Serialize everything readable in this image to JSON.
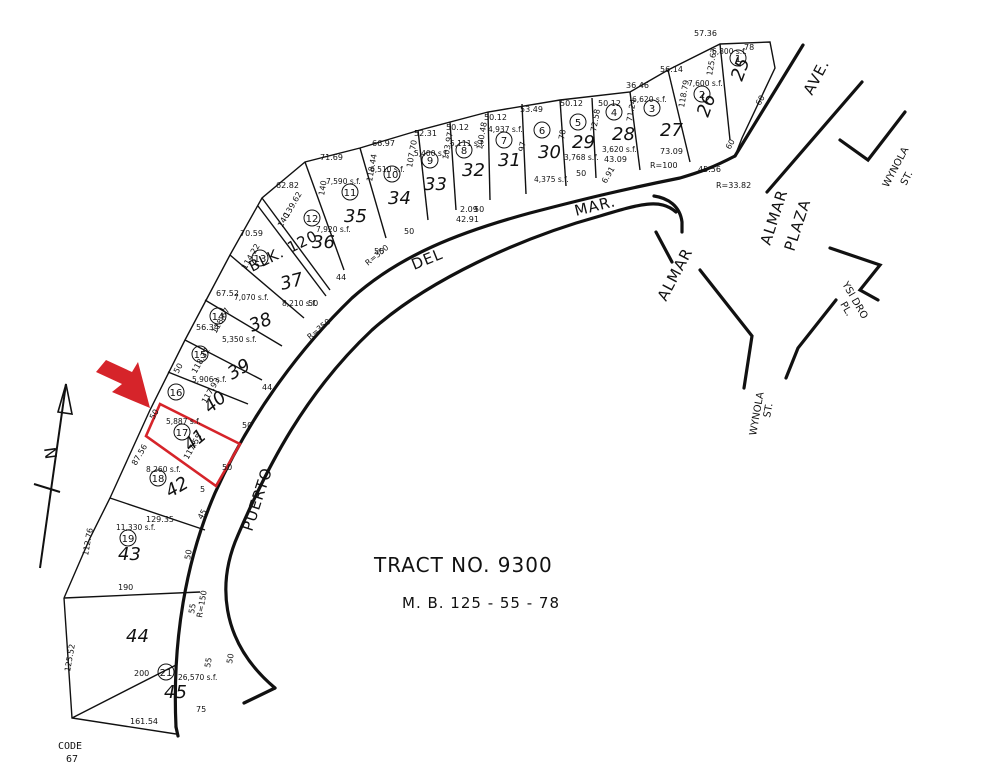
{
  "colors": {
    "ink": "#111111",
    "highlight": "#d6242a",
    "paper": "#ffffff"
  },
  "tract": {
    "title": "TRACT NO. 9300",
    "map_book": "M. B. 125 - 55 - 78"
  },
  "block": "BLK. 120",
  "code": {
    "label": "CODE",
    "value": "67"
  },
  "streets": {
    "puerto": "PUERTO",
    "del": "DEL",
    "mar": "MAR.",
    "almar_plaza_1": "ALMAR",
    "almar_plaza_2": "PLAZA",
    "almar": "ALMAR",
    "ave": "AVE.",
    "wynola_st_1": "WYNOLA",
    "wynola_st_2": "ST.",
    "wynola_st_b_1": "WYNOLA",
    "wynola_st_b_2": "ST.",
    "ysidro_pl_1": "YSI DRO",
    "ysidro_pl_2": "PL."
  },
  "highlighted_lot": "41",
  "north_arrow": "N",
  "lots": [
    {
      "lot": "25",
      "parcel": "1",
      "area": "6,800 s.f."
    },
    {
      "lot": "26",
      "parcel": "2",
      "area": "7,600 s.f."
    },
    {
      "lot": "27",
      "parcel": "3",
      "area": "6,620 s.f."
    },
    {
      "lot": "28",
      "parcel": "4",
      "area": "3,620 s.f."
    },
    {
      "lot": "29",
      "parcel": "5",
      "area": "3,768 s.f."
    },
    {
      "lot": "30",
      "parcel": "6",
      "area": "4,375 s.f."
    },
    {
      "lot": "31",
      "parcel": "7",
      "area": "4,937 s.f."
    },
    {
      "lot": "32",
      "parcel": "8",
      "area": "5,111 s.f."
    },
    {
      "lot": "33",
      "parcel": "9",
      "area": "5,400 s.f."
    },
    {
      "lot": "34",
      "parcel": "10",
      "area": "6,510 s.f."
    },
    {
      "lot": "35",
      "parcel": "11",
      "area": "7,590 s.f."
    },
    {
      "lot": "36",
      "parcel": "12",
      "area": "7,920 s.f."
    },
    {
      "lot": "37",
      "parcel": "13",
      "area": "8,210 s.f."
    },
    {
      "lot": "38",
      "parcel": "14",
      "area": "7,070 s.f."
    },
    {
      "lot": "39",
      "parcel": "15",
      "area": "5,350 s.f."
    },
    {
      "lot": "40",
      "parcel": "16",
      "area": "5,906 s.f."
    },
    {
      "lot": "41",
      "parcel": "17",
      "area": "5,887 s.f."
    },
    {
      "lot": "42",
      "parcel": "18",
      "area": "8,260 s.f."
    },
    {
      "lot": "43",
      "parcel": "19",
      "area": "11,330 s.f."
    },
    {
      "lot": "44",
      "parcel": "",
      "area": ""
    },
    {
      "lot": "45",
      "parcel": "21",
      "area": "26,570 s.f."
    }
  ],
  "dimensions": [
    "57.36",
    "78",
    "125.67",
    "60",
    "56.14",
    "118.79",
    "60",
    "36.46",
    "71.24",
    "73.09",
    "45.56",
    "R=33.82",
    "50.12",
    "72.58",
    "43.09",
    "R=100",
    "6.91",
    "50.12",
    "78",
    "50",
    "53.49",
    "97",
    "50.12",
    "100.48",
    "50",
    "50.12",
    "103.97",
    "52.31",
    "107.70",
    "2.09",
    "42.91",
    "66.97",
    "118.44",
    "50",
    "71.69",
    "140",
    "50",
    "R=350",
    "62.82",
    "139.62",
    "140",
    "70.59",
    "114.22",
    "44",
    "67.52",
    "118.67",
    "50",
    "R=350",
    "56.34",
    "118.32",
    "44",
    "50",
    "117.93",
    "50",
    "50",
    "117.55",
    "50",
    "87.56",
    "5",
    "45",
    "129.35",
    "112.76",
    "50",
    "190",
    "55",
    "R=150",
    "125.52",
    "200",
    "55",
    "50",
    "161.54",
    "75"
  ]
}
